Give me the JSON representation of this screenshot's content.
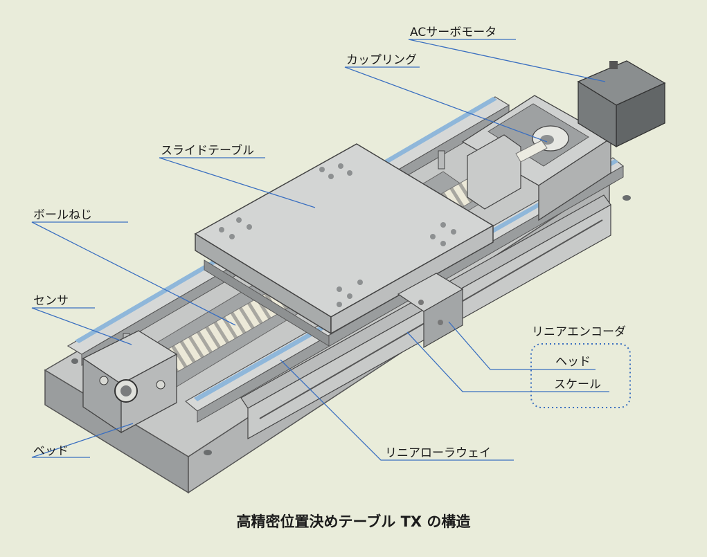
{
  "labels": {
    "ac_servo_motor": "ACサーボモータ",
    "coupling": "カップリング",
    "slide_table": "スライドテーブル",
    "ball_screw": "ボールねじ",
    "sensor": "センサ",
    "bed": "ベッド",
    "linear_roller_way": "リニアローラウェイ",
    "linear_encoder": "リニアエンコーダ",
    "head": "ヘッド",
    "scale": "スケール"
  },
  "caption": "高精密位置決めテーブル TX の構造",
  "colors": {
    "background": "#e9ecda",
    "leader_line": "#3a6fc0",
    "rail_blue": "#9cc0de",
    "metal_light": "#c4c6c5",
    "metal_top": "#d0d2d1",
    "metal_dark": "#8e9192",
    "motor": "#6f7373"
  }
}
